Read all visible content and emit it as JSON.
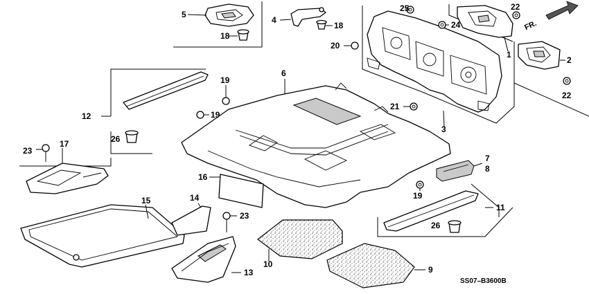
{
  "diagram_code": "SS07–B3600B",
  "direction_label": "FR.",
  "parts": {
    "p1": "1",
    "p2": "2",
    "p3": "3",
    "p4": "4",
    "p5": "5",
    "p6": "6",
    "p7": "7",
    "p8": "8",
    "p9": "9",
    "p10": "10",
    "p11": "11",
    "p12": "12",
    "p13": "13",
    "p14": "14",
    "p15": "15",
    "p16": "16",
    "p17": "17",
    "p18a": "18",
    "p18b": "18",
    "p19a": "19",
    "p19b": "19",
    "p19c": "19",
    "p20": "20",
    "p21": "21",
    "p22a": "22",
    "p22b": "22",
    "p23a": "23",
    "p23b": "23",
    "p24": "24",
    "p25": "25",
    "p26a": "26",
    "p26b": "26"
  }
}
